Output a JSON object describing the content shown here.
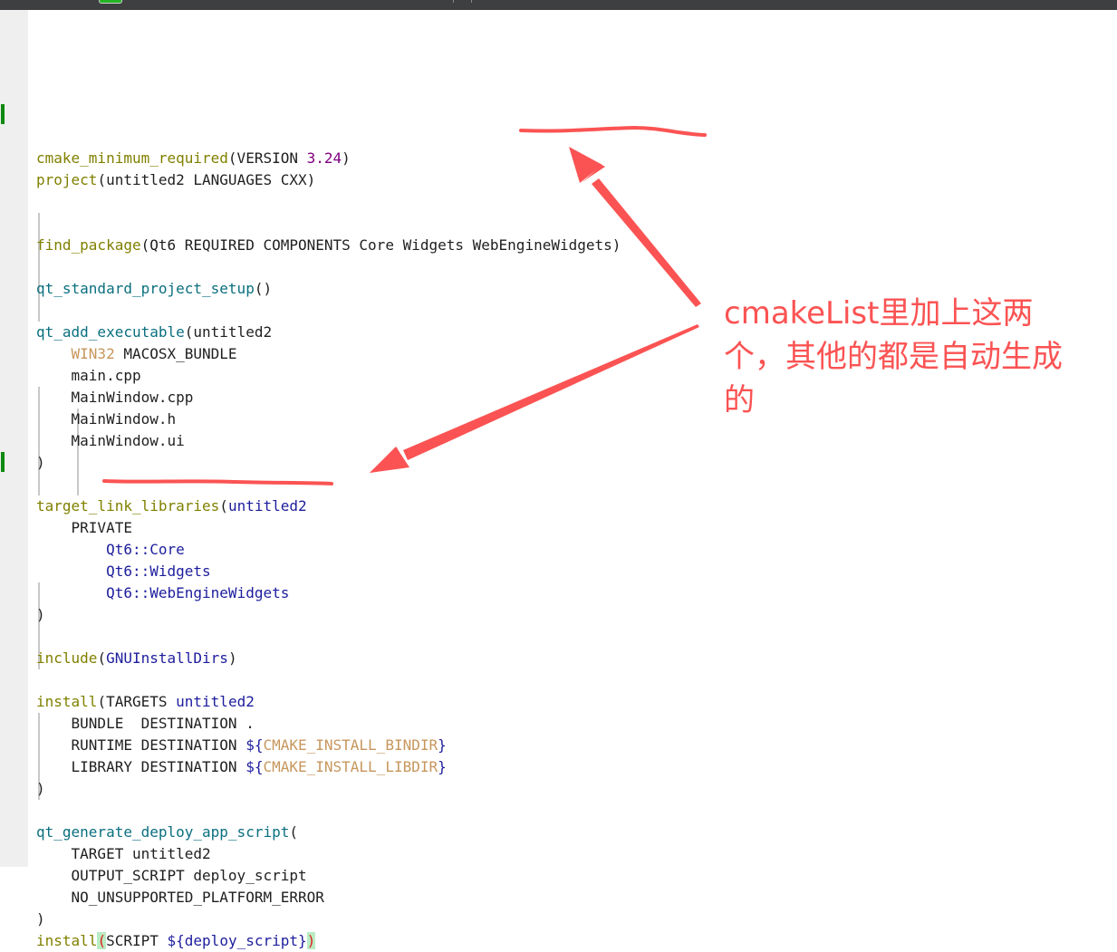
{
  "window": {
    "topbar_color": "#3e3f41",
    "tab_icon": "file-icon"
  },
  "editor": {
    "language": "CMake",
    "lines": [
      {
        "tokens": [
          {
            "t": "cmake_minimum_required",
            "c": "fn"
          },
          {
            "t": "(VERSION ",
            "c": ""
          },
          {
            "t": "3.24",
            "c": "num"
          },
          {
            "t": ")",
            "c": ""
          }
        ]
      },
      {
        "tokens": [
          {
            "t": "project",
            "c": "fn"
          },
          {
            "t": "(untitled2 LANGUAGES CXX)",
            "c": ""
          }
        ]
      },
      {
        "tokens": []
      },
      {
        "tokens": []
      },
      {
        "tokens": [
          {
            "t": "find_package",
            "c": "fn"
          },
          {
            "t": "(Qt6 REQUIRED COMPONENTS Core Widgets WebEngineWidgets)",
            "c": ""
          }
        ],
        "changed": true
      },
      {
        "tokens": []
      },
      {
        "tokens": [
          {
            "t": "qt_standard_project_setup",
            "c": "qtfn"
          },
          {
            "t": "()",
            "c": ""
          }
        ]
      },
      {
        "tokens": []
      },
      {
        "tokens": [
          {
            "t": "qt_add_executable",
            "c": "qtfn"
          },
          {
            "t": "(untitled2",
            "c": ""
          }
        ]
      },
      {
        "tokens": [
          {
            "t": "    ",
            "c": ""
          },
          {
            "t": "WIN32",
            "c": "kw-orange"
          },
          {
            "t": " MACOSX_BUNDLE",
            "c": ""
          }
        ]
      },
      {
        "tokens": [
          {
            "t": "    main.cpp",
            "c": ""
          }
        ]
      },
      {
        "tokens": [
          {
            "t": "    MainWindow.cpp",
            "c": ""
          }
        ]
      },
      {
        "tokens": [
          {
            "t": "    MainWindow.h",
            "c": ""
          }
        ]
      },
      {
        "tokens": [
          {
            "t": "    MainWindow.ui",
            "c": ""
          }
        ]
      },
      {
        "tokens": [
          {
            "t": ")",
            "c": ""
          }
        ]
      },
      {
        "tokens": []
      },
      {
        "tokens": [
          {
            "t": "target_link_libraries",
            "c": "fn"
          },
          {
            "t": "(",
            "c": ""
          },
          {
            "t": "untitled2",
            "c": "var"
          }
        ]
      },
      {
        "tokens": [
          {
            "t": "    PRIVATE",
            "c": ""
          }
        ]
      },
      {
        "tokens": [
          {
            "t": "        ",
            "c": ""
          },
          {
            "t": "Qt6::Core",
            "c": "var"
          }
        ]
      },
      {
        "tokens": [
          {
            "t": "        ",
            "c": ""
          },
          {
            "t": "Qt6::Widgets",
            "c": "var"
          }
        ]
      },
      {
        "tokens": [
          {
            "t": "        ",
            "c": ""
          },
          {
            "t": "Qt6::WebEngineWidgets",
            "c": "var"
          }
        ],
        "changed": true
      },
      {
        "tokens": [
          {
            "t": ")",
            "c": ""
          }
        ]
      },
      {
        "tokens": []
      },
      {
        "tokens": [
          {
            "t": "include",
            "c": "fn"
          },
          {
            "t": "(",
            "c": ""
          },
          {
            "t": "GNUInstallDirs",
            "c": "var"
          },
          {
            "t": ")",
            "c": ""
          }
        ]
      },
      {
        "tokens": []
      },
      {
        "tokens": [
          {
            "t": "install",
            "c": "fn"
          },
          {
            "t": "(TARGETS ",
            "c": ""
          },
          {
            "t": "untitled2",
            "c": "var"
          }
        ]
      },
      {
        "tokens": [
          {
            "t": "    BUNDLE  DESTINATION .",
            "c": ""
          }
        ]
      },
      {
        "tokens": [
          {
            "t": "    RUNTIME DESTINATION ",
            "c": ""
          },
          {
            "t": "${",
            "c": "var"
          },
          {
            "t": "CMAKE_INSTALL_BINDIR",
            "c": "kw-orange"
          },
          {
            "t": "}",
            "c": "var"
          }
        ]
      },
      {
        "tokens": [
          {
            "t": "    LIBRARY DESTINATION ",
            "c": ""
          },
          {
            "t": "${",
            "c": "var"
          },
          {
            "t": "CMAKE_INSTALL_LIBDIR",
            "c": "kw-orange"
          },
          {
            "t": "}",
            "c": "var"
          }
        ]
      },
      {
        "tokens": [
          {
            "t": ")",
            "c": ""
          }
        ]
      },
      {
        "tokens": []
      },
      {
        "tokens": [
          {
            "t": "qt_generate_deploy_app_script",
            "c": "qtfn"
          },
          {
            "t": "(",
            "c": ""
          }
        ]
      },
      {
        "tokens": [
          {
            "t": "    TARGET untitled2",
            "c": ""
          }
        ]
      },
      {
        "tokens": [
          {
            "t": "    OUTPUT_SCRIPT deploy_script",
            "c": ""
          }
        ]
      },
      {
        "tokens": [
          {
            "t": "    NO_UNSUPPORTED_PLATFORM_ERROR",
            "c": ""
          }
        ]
      },
      {
        "tokens": [
          {
            "t": ")",
            "c": ""
          }
        ]
      },
      {
        "tokens": [
          {
            "t": "install",
            "c": "fn"
          },
          {
            "t": "(",
            "c": "brace-hl"
          },
          {
            "t": "SCRIPT ",
            "c": ""
          },
          {
            "t": "${deploy_script}",
            "c": "var"
          },
          {
            "t": ")",
            "c": "brace-hl"
          }
        ]
      }
    ]
  },
  "annotation": {
    "text": "cmakeList里加上这两个，其他的都是自动生成的",
    "line1": "cmakeList里加上这两",
    "line2": "个，其他的都是自动生成",
    "line3": "的",
    "color": "#fb5353"
  }
}
